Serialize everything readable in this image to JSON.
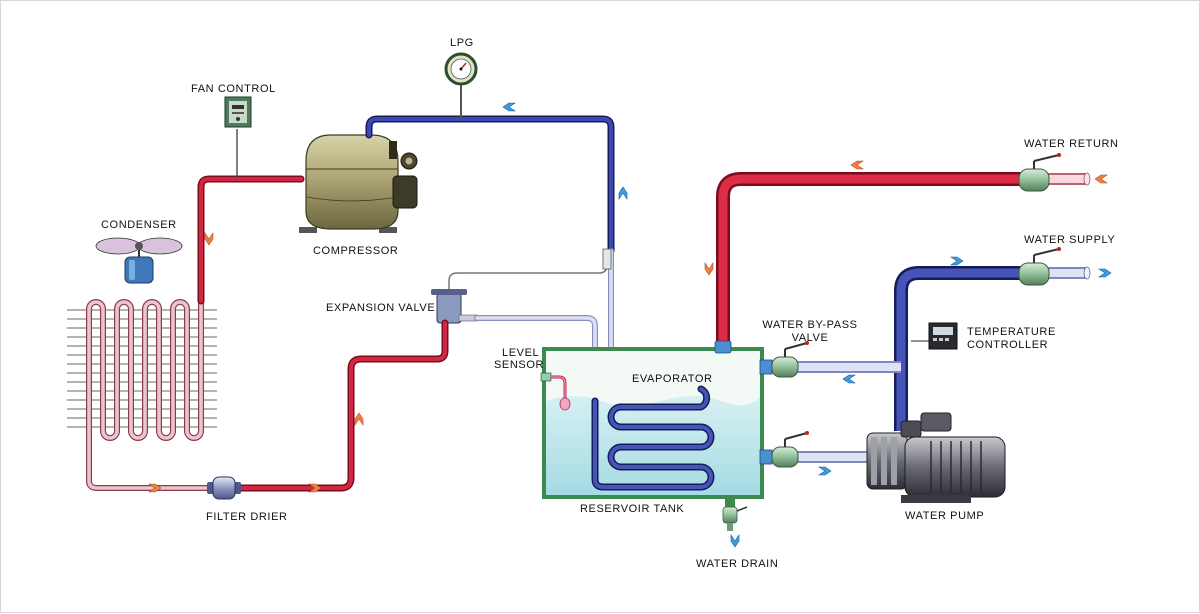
{
  "labels": {
    "lpg": "LPG",
    "fan_control": "FAN CONTROL",
    "condenser": "CONDENSER",
    "compressor": "COMPRESSOR",
    "expansion_valve": "EXPANSION VALVE",
    "filter_drier": "FILTER DRIER",
    "level_sensor_line1": "LEVEL",
    "level_sensor_line2": "SENSOR",
    "evaporator": "EVAPORATOR",
    "reservoir_tank": "RESERVOIR TANK",
    "water_drain": "WATER DRAIN",
    "water_bypass_line1": "WATER BY-PASS",
    "water_bypass_line2": "VALVE",
    "temperature_controller_line1": "TEMPERATURE",
    "temperature_controller_line2": "CONTROLLER",
    "water_return": "WATER RETURN",
    "water_supply": "WATER SUPPLY",
    "water_pump": "WATER PUMP"
  },
  "colors": {
    "hot_pipe": "#c8203a",
    "cold_pipe": "#2f3c96",
    "warm_pipe": "#e8b8c0",
    "light_pipe": "#d4d8e8",
    "water": "#bfe6ec",
    "tank_frame": "#3c8a4e",
    "valve_body": "#9ec9a6",
    "arrow_orange": "#f08040",
    "arrow_blue": "#3aa0e0"
  }
}
